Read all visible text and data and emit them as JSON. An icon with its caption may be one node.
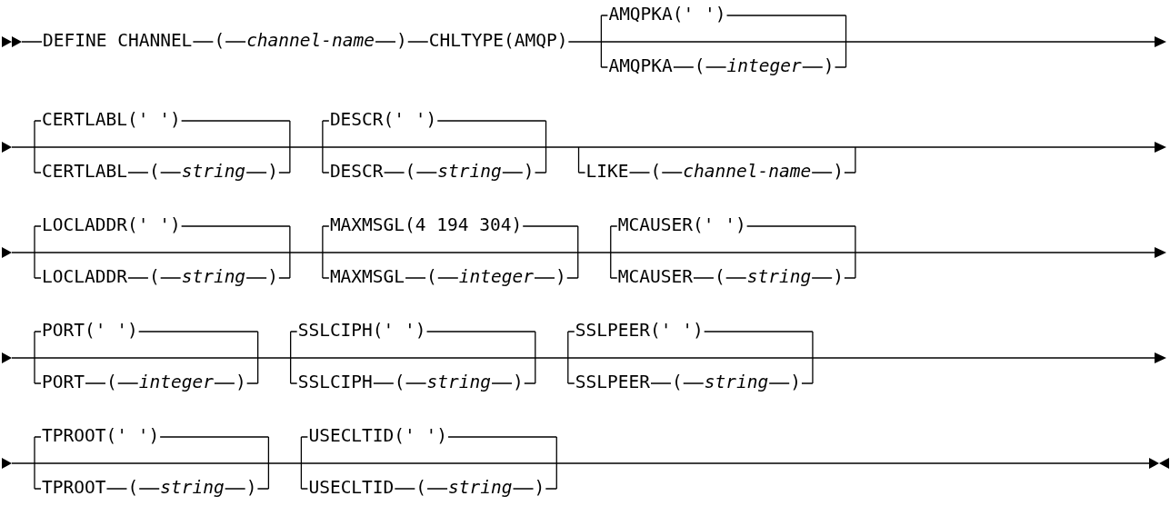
{
  "diagram": {
    "labels": [
      "DEFINE CHANNEL",
      "(",
      "channel-name",
      ")",
      "CHLTYPE(AMQP)",
      "AMQPKA(' ')",
      "AMQPKA",
      "(",
      "integer",
      ")",
      "CERTLABL(' ')",
      "CERTLABL",
      "(",
      "string",
      ")",
      "DESCR(' ')",
      "DESCR",
      "(",
      "string",
      ")",
      "LIKE",
      "(",
      "channel-name",
      ")",
      "LOCLADDR(' ')",
      "LOCLADDR",
      "(",
      "string",
      ")",
      "MAXMSGL(4 194 304)",
      "MAXMSGL",
      "(",
      "integer",
      ")",
      "MCAUSER(' ')",
      "MCAUSER",
      "(",
      "string",
      ")",
      "PORT(' ')",
      "PORT",
      "(",
      "integer",
      ")",
      "SSLCIPH(' ')",
      "SSLCIPH",
      "(",
      "string",
      ")",
      "SSLPEER(' ')",
      "SSLPEER",
      "(",
      "string",
      ")",
      "TPROOT(' ')",
      "TPROOT",
      "(",
      "string",
      ")",
      "USECLTID(' ')",
      "USECLTID",
      "(",
      "string",
      ")"
    ]
  }
}
